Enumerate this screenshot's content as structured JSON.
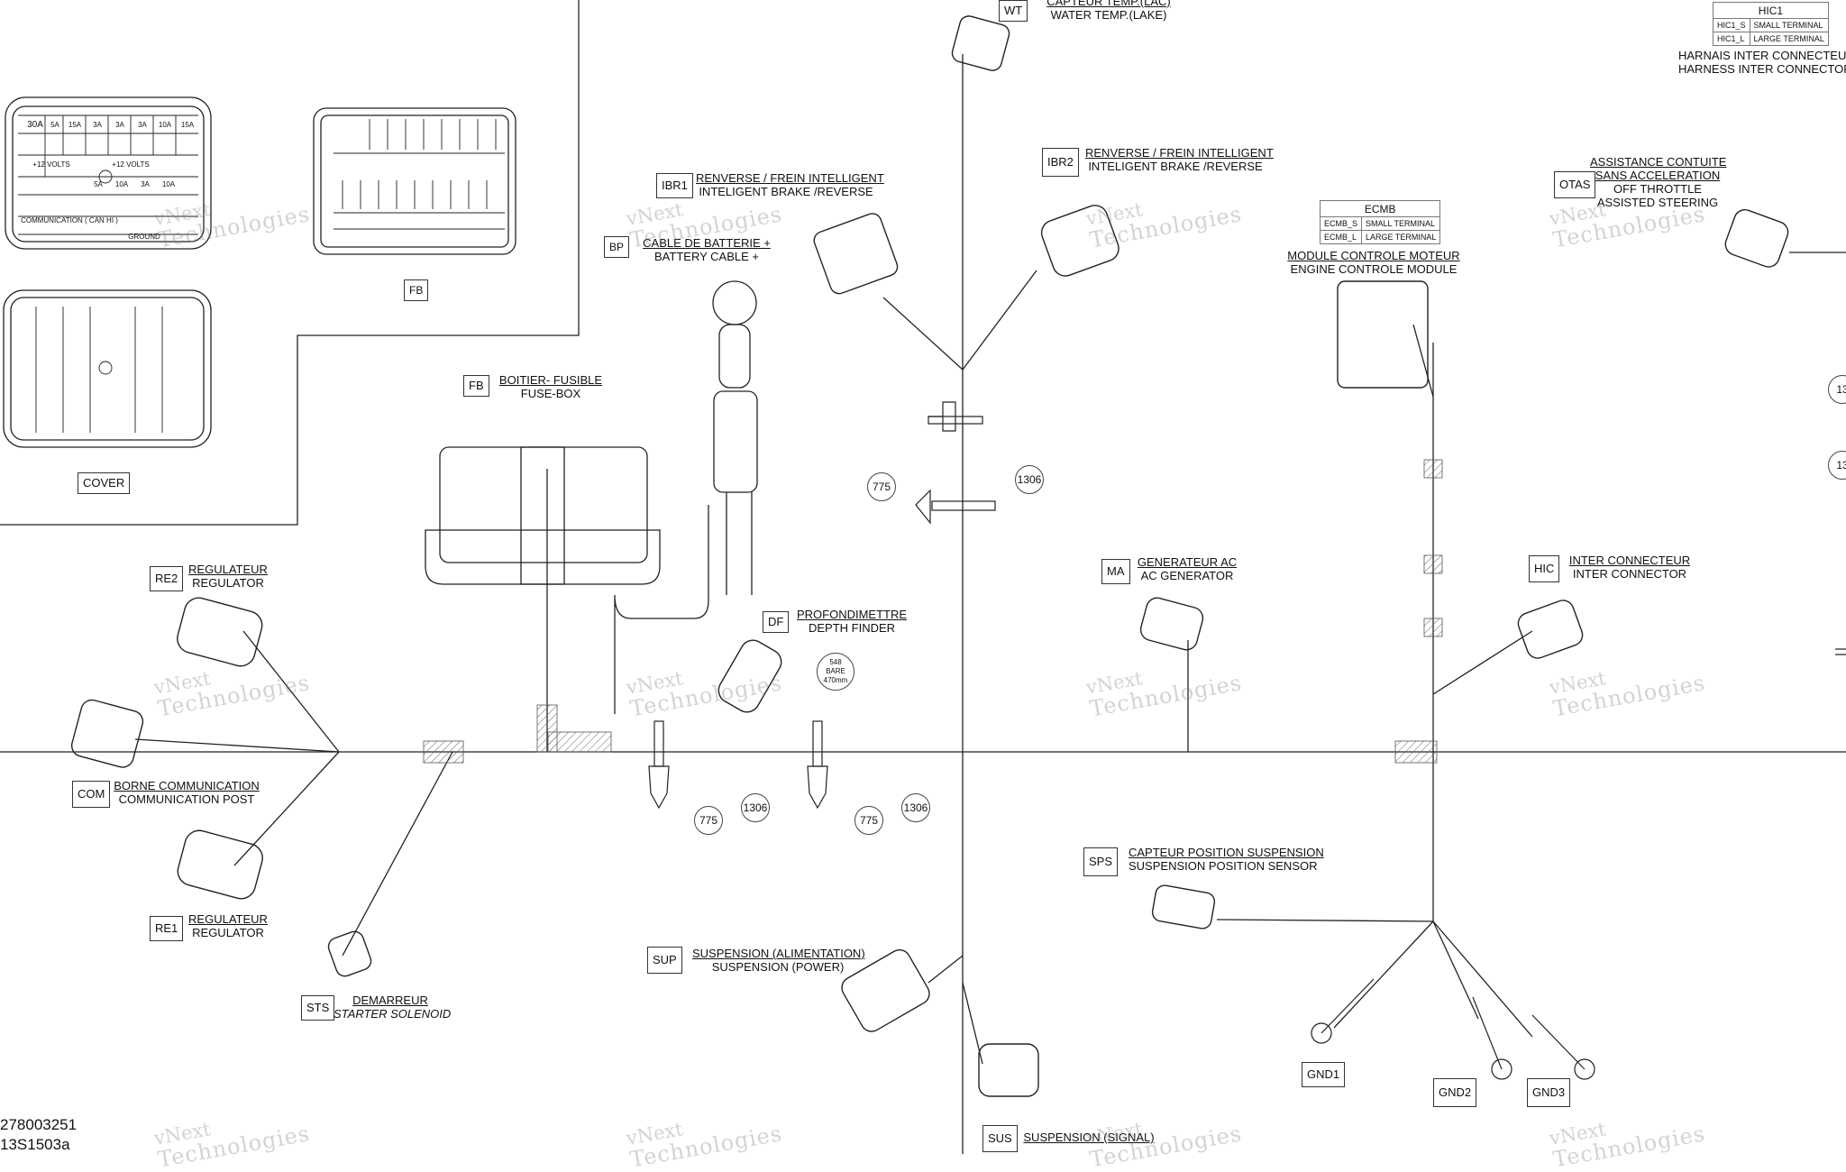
{
  "inset": {
    "cover_label": "COVER",
    "fuse_labels": [
      "30A",
      "5A",
      "15A",
      "3A",
      "3A",
      "3A",
      "10A",
      "15A",
      "5A",
      "10A",
      "3A",
      "10A"
    ],
    "fuse_text_a": "+12 VOLTS",
    "fuse_text_b": "+12 VOLTS",
    "fuse_text_c": "COMMUNICATION ( CAN HI )",
    "fuse_text_d": "GROUND",
    "fb_ref": "FB"
  },
  "components": {
    "wt": {
      "ref": "WT",
      "fr": "CAPTEUR TEMP.(LAC)",
      "en": "WATER TEMP.(LAKE)"
    },
    "ibr1": {
      "ref": "IBR1",
      "fr": "RENVERSE / FREIN INTELLIGENT",
      "en": "INTELIGENT BRAKE /REVERSE"
    },
    "ibr2": {
      "ref": "IBR2",
      "fr": "RENVERSE / FREIN INTELLIGENT",
      "en": "INTELIGENT BRAKE /REVERSE"
    },
    "bp": {
      "ref": "BP",
      "fr": "CABLE DE BATTERIE +",
      "en": "BATTERY CABLE +"
    },
    "fb": {
      "ref": "FB",
      "fr": "BOITIER- FUSIBLE",
      "en": "FUSE-BOX"
    },
    "ecmb": {
      "fr": "MODULE CONTROLE MOTEUR",
      "en": "ENGINE CONTROLE MODULE"
    },
    "otas": {
      "ref": "OTAS",
      "fr1": "ASSISTANCE CONTUITE",
      "fr2": "SANS ACCELERATION",
      "en1": "OFF THROTTLE",
      "en2": "ASSISTED STEERING"
    },
    "hic1": {
      "fr": "HARNAIS INTER CONNECTEUR",
      "en": "HARNESS INTER CONNECTOR"
    },
    "re2": {
      "ref": "RE2",
      "fr": "REGULATEUR",
      "en": "REGULATOR"
    },
    "re1": {
      "ref": "RE1",
      "fr": "REGULATEUR",
      "en": "REGULATOR"
    },
    "com": {
      "ref": "COM",
      "fr": "BORNE COMMUNICATION",
      "en": "COMMUNICATION POST"
    },
    "df": {
      "ref": "DF",
      "fr": "PROFONDIMETTRE",
      "en": "DEPTH FINDER"
    },
    "ma": {
      "ref": "MA",
      "fr": "GENERATEUR AC",
      "en": "AC GENERATOR"
    },
    "hic": {
      "ref": "HIC",
      "fr": "INTER CONNECTEUR",
      "en": "INTER CONNECTOR"
    },
    "sps": {
      "ref": "SPS",
      "fr": "CAPTEUR POSITION SUSPENSION",
      "en": "SUSPENSION POSITION SENSOR"
    },
    "sup": {
      "ref": "SUP",
      "fr": "SUSPENSION (ALIMENTATION)",
      "en": "SUSPENSION (POWER)"
    },
    "sts": {
      "ref": "STS",
      "fr": "DEMARREUR",
      "en": "STARTER SOLENOID"
    },
    "sus": {
      "ref": "SUS",
      "fr": "SUSPENSION (SIGNAL)"
    }
  },
  "terminal_tables": {
    "ecmb": {
      "title": "ECMB",
      "rows": [
        [
          "ECMB_S",
          "SMALL TERMINAL"
        ],
        [
          "ECMB_L",
          "LARGE TERMINAL"
        ]
      ]
    },
    "hic1": {
      "title": "HIC1",
      "rows": [
        [
          "HIC1_S",
          "SMALL TERMINAL"
        ],
        [
          "HIC1_L",
          "LARGE TERMINAL"
        ]
      ]
    }
  },
  "part_numbers": {
    "p775_a": "775",
    "p1306_a": "1306",
    "p775_b": "775",
    "p1306_b": "1306",
    "p775_c": "775",
    "p1306_c": "1306",
    "right_edge_a": "13",
    "right_edge_b": "13"
  },
  "depth_note": {
    "line1": "548",
    "line2": "BARE",
    "line3": "470mm"
  },
  "grounds": [
    "GND1",
    "GND2",
    "GND3"
  ],
  "watermark": {
    "line1": "vNext",
    "line2": "Technologies"
  },
  "footer": {
    "doc_number": "278003251",
    "drawing_code": "13S1503a"
  }
}
